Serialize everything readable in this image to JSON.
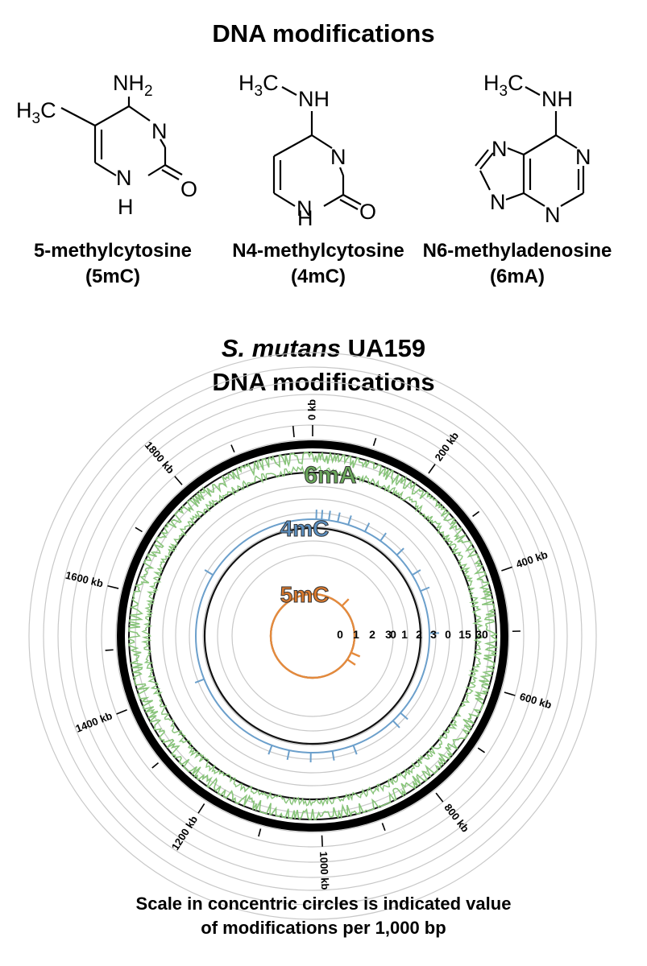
{
  "figure_title": "DNA modifications",
  "molecules": [
    {
      "name": "5-methylcytosine",
      "abbr": "(5mC)",
      "atoms": {
        "amine": "NH",
        "amine_sub": "2",
        "methyl": "H",
        "methyl_sub": "3",
        "methyl_c": "C",
        "ring_n": "N",
        "ring_nh_n": "N",
        "ring_nh_h": "H",
        "oxygen": "O"
      }
    },
    {
      "name": "N4-methylcytosine",
      "abbr": "(4mC)",
      "atoms": {
        "methyl": "H",
        "methyl_sub": "3",
        "methyl_c": "C",
        "amine": "NH",
        "ring_n": "N",
        "ring_nh_n": "N",
        "ring_nh_h": "H",
        "oxygen": "O"
      }
    },
    {
      "name": "N6-methyladenosine",
      "abbr": "(6mA)",
      "atoms": {
        "methyl": "H",
        "methyl_sub": "3",
        "methyl_c": "C",
        "amine": "NH",
        "n1": "N",
        "n3": "N",
        "n7": "N",
        "n9": "N"
      }
    }
  ],
  "organism_title": {
    "species": "S. mutans",
    "strain": "UA159",
    "line2": "DNA modifications"
  },
  "chart_data": {
    "type": "circular-genome",
    "genome_ticks_kb": [
      0,
      200,
      400,
      600,
      800,
      1000,
      1200,
      1400,
      1600,
      1800
    ],
    "genome_tick_labels": [
      "0 kb",
      "200 kb",
      "400 kb",
      "600 kb",
      "800 kb",
      "1000 kb",
      "1200 kb",
      "1400 kb",
      "1600 kb",
      "1800 kb"
    ],
    "genome_length_kb": 2030,
    "tracks": [
      {
        "name": "6mA",
        "color": "#88c47a",
        "label_color": "#6aa85a",
        "scale_ticks": [
          "0",
          "15",
          "30"
        ],
        "ylim": [
          0,
          30
        ],
        "typical_range": [
          8,
          25
        ]
      },
      {
        "name": "4mC",
        "color": "#6b9fcb",
        "label_color": "#5b8fc0",
        "scale_ticks": [
          "0",
          "1",
          "2",
          "3"
        ],
        "ylim": [
          0,
          3
        ],
        "peaks": [
          {
            "pos_kb": 10,
            "value": 1
          },
          {
            "pos_kb": 25,
            "value": 1
          },
          {
            "pos_kb": 45,
            "value": 1
          },
          {
            "pos_kb": 70,
            "value": 1
          },
          {
            "pos_kb": 100,
            "value": 1
          },
          {
            "pos_kb": 150,
            "value": 1
          },
          {
            "pos_kb": 200,
            "value": 1
          },
          {
            "pos_kb": 260,
            "value": 1
          },
          {
            "pos_kb": 330,
            "value": 1
          },
          {
            "pos_kb": 380,
            "value": 1
          },
          {
            "pos_kb": 500,
            "value": 1
          },
          {
            "pos_kb": 740,
            "value": 1
          },
          {
            "pos_kb": 770,
            "value": 1
          },
          {
            "pos_kb": 900,
            "value": 1
          },
          {
            "pos_kb": 960,
            "value": 1
          },
          {
            "pos_kb": 1020,
            "value": 1
          },
          {
            "pos_kb": 1080,
            "value": 1
          },
          {
            "pos_kb": 1130,
            "value": 1
          },
          {
            "pos_kb": 1400,
            "value": 1
          },
          {
            "pos_kb": 1700,
            "value": 1
          }
        ]
      },
      {
        "name": "5mC",
        "color": "#e58a3c",
        "label_color": "#d9782c",
        "scale_ticks": [
          "0",
          "1",
          "2",
          "3"
        ],
        "ylim": [
          0,
          3
        ],
        "peaks": [
          {
            "pos_kb": 250,
            "value": 1
          },
          {
            "pos_kb": 640,
            "value": 1
          },
          {
            "pos_kb": 700,
            "value": 1
          }
        ]
      }
    ]
  },
  "caption": {
    "line1": "Scale in concentric circles is indicated value",
    "line2": "of modifications per 1,000 bp"
  }
}
